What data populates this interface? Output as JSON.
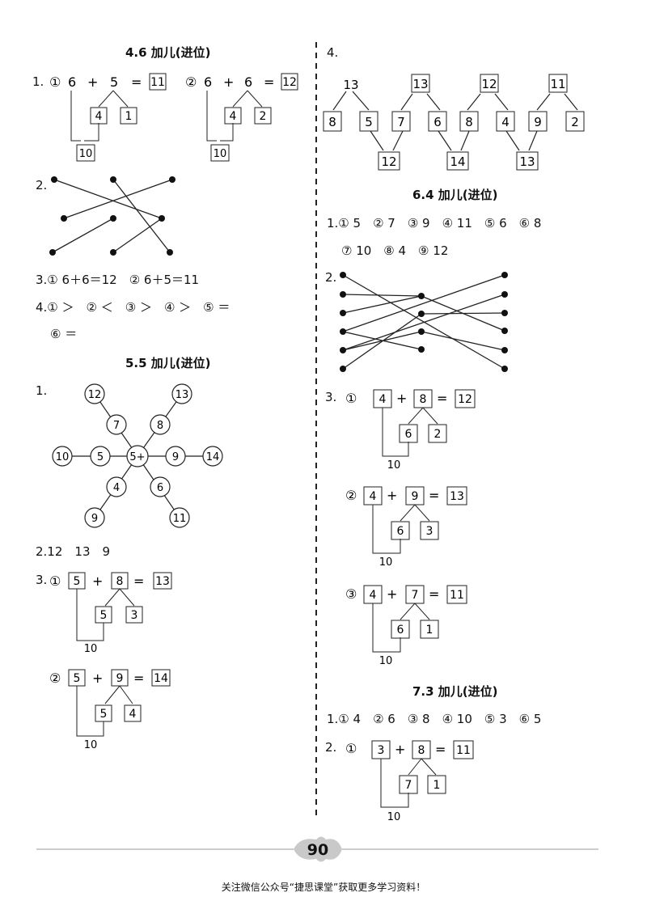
{
  "page_number": "90",
  "footer": "关注微信公众号“捷思课堂”获取更多学习资料！",
  "symbols": {
    "plus": "+",
    "equals": "=",
    "c1": "①",
    "c2": "②",
    "c3": "③"
  },
  "left": {
    "s46": {
      "title": "4.6 加儿(进位)",
      "q1_label": "1.",
      "q1a": {
        "a": "6",
        "b": "5",
        "ans": "11",
        "split1": "4",
        "split2": "1",
        "make": "10"
      },
      "q1b": {
        "a": "6",
        "b": "6",
        "ans": "12",
        "split1": "4",
        "split2": "2",
        "make": "10"
      },
      "q2_label": "2.",
      "q3": "3.① 6＋6＝12　② 6＋5＝11",
      "q4_line1": "4.① ＞　② ＜　③ ＞　④ ＞　⑤ ＝",
      "q4_line2": "⑥ ＝"
    },
    "s55": {
      "title": "5.5 加儿(进位)",
      "q1_label": "1.",
      "center": "5+",
      "inner": [
        "7",
        "8",
        "9",
        "6",
        "4",
        "5"
      ],
      "outer": [
        "12",
        "13",
        "14",
        "11",
        "9",
        "10"
      ],
      "q2": "2.12　13　9",
      "q3_label": "3.",
      "q3a": {
        "a": "5",
        "b": "8",
        "ans": "13",
        "split1": "5",
        "split2": "3",
        "make": "10"
      },
      "q3b": {
        "a": "5",
        "b": "9",
        "ans": "14",
        "split1": "5",
        "split2": "4",
        "make": "10"
      }
    }
  },
  "right": {
    "q4_label": "4.",
    "q4": {
      "top": [
        "13",
        "13",
        "12",
        "11"
      ],
      "middle": [
        "8",
        "5",
        "7",
        "6",
        "8",
        "4",
        "9",
        "2"
      ],
      "bottom": [
        "12",
        "14",
        "13"
      ]
    },
    "s64": {
      "title": "6.4 加儿(进位)",
      "q1_line1": "1.① 5　② 7　③ 9　④ 11　⑤ 6　⑥ 8",
      "q1_line2": "⑦ 10　⑧ 4　⑨ 12",
      "q2_label": "2.",
      "q3_label": "3.",
      "q3a": {
        "a": "4",
        "b": "8",
        "ans": "12",
        "split1": "6",
        "split2": "2",
        "make": "10"
      },
      "q3b": {
        "a": "4",
        "b": "9",
        "ans": "13",
        "split1": "6",
        "split2": "3",
        "make": "10"
      },
      "q3c": {
        "a": "4",
        "b": "7",
        "ans": "11",
        "split1": "6",
        "split2": "1",
        "make": "10"
      }
    },
    "s73": {
      "title": "7.3 加儿(进位)",
      "q1": "1.① 4　② 6　③ 8　④ 10　⑤ 3　⑥ 5",
      "q2_label": "2.",
      "q2a": {
        "a": "3",
        "b": "8",
        "ans": "11",
        "split1": "7",
        "split2": "1",
        "make": "10"
      }
    }
  }
}
